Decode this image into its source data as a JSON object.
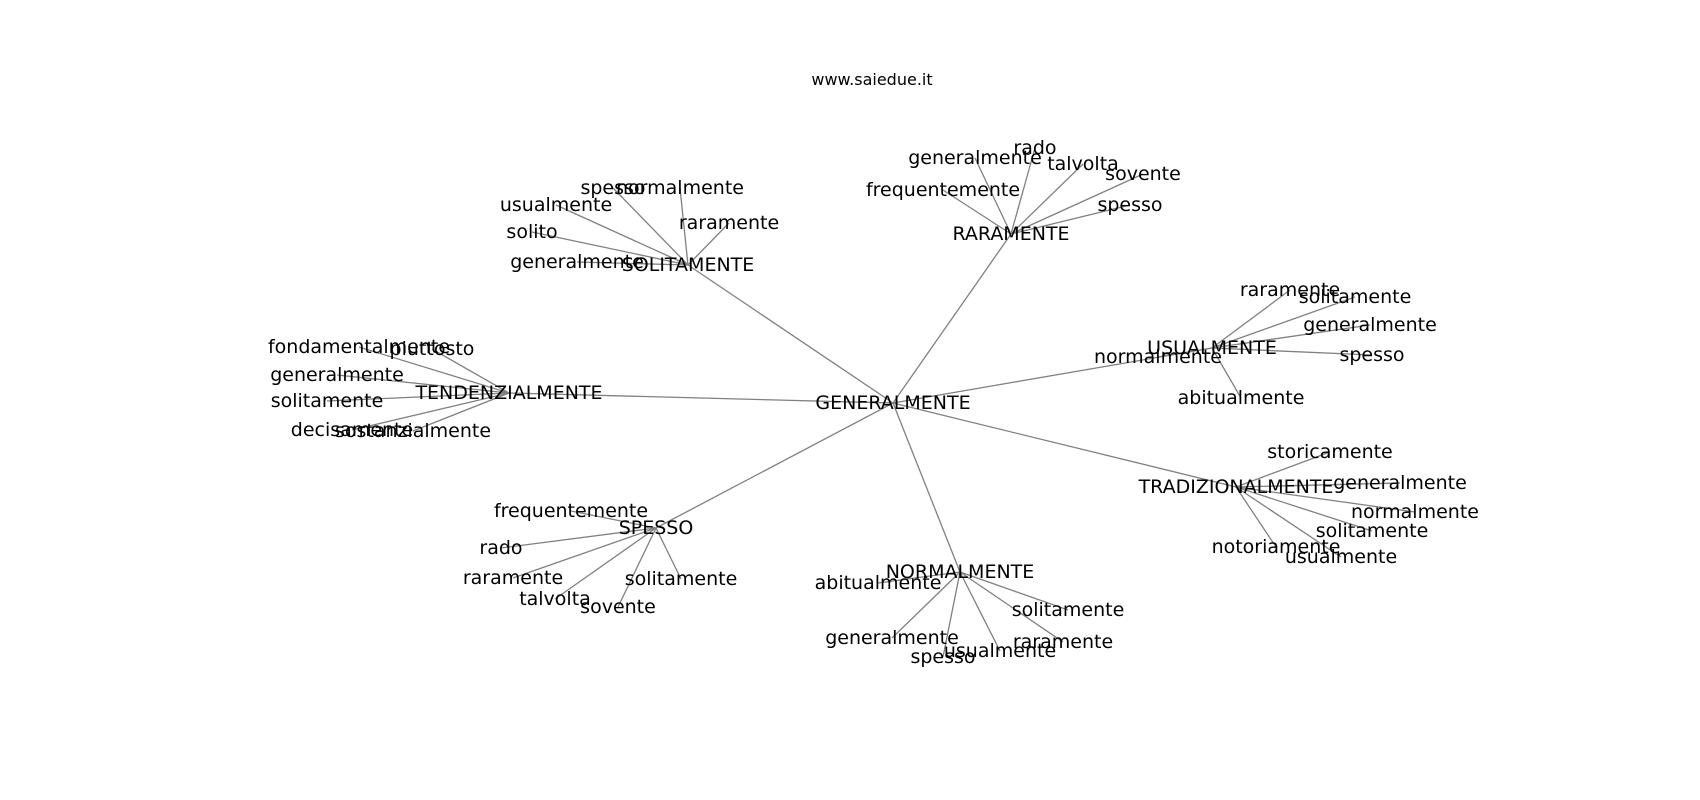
{
  "title": "www.saiedue.it",
  "colors": {
    "edge": "#808080",
    "text": "#000000",
    "background": "#ffffff"
  },
  "graph": {
    "root": "GENERALMENTE",
    "clusters": [
      {
        "hub": "SOLITAMENTE",
        "leaves": [
          "spesso",
          "normalmente",
          "usualmente",
          "raramente",
          "solito",
          "generalmente"
        ]
      },
      {
        "hub": "RARAMENTE",
        "leaves": [
          "generalmente",
          "rado",
          "talvolta",
          "sovente",
          "frequentemente",
          "spesso"
        ]
      },
      {
        "hub": "USUALMENTE",
        "leaves": [
          "raramente",
          "solitamente",
          "generalmente",
          "normalmente",
          "spesso",
          "abitualmente"
        ]
      },
      {
        "hub": "TENDENZIALMENTE",
        "leaves": [
          "fondamentalmente",
          "piuttosto",
          "generalmente",
          "solitamente",
          "decisamente",
          "sostanzialmente"
        ]
      },
      {
        "hub": "TRADIZIONALMENTE",
        "leaves": [
          "storicamente",
          "generalmente",
          "normalmente",
          "solitamente",
          "notoriamente",
          "usualmente"
        ]
      },
      {
        "hub": "SPESSO",
        "leaves": [
          "frequentemente",
          "rado",
          "raramente",
          "solitamente",
          "talvolta",
          "sovente"
        ]
      },
      {
        "hub": "NORMALMENTE",
        "leaves": [
          "abitualmente",
          "solitamente",
          "generalmente",
          "raramente",
          "usualmente",
          "spesso"
        ]
      }
    ]
  }
}
